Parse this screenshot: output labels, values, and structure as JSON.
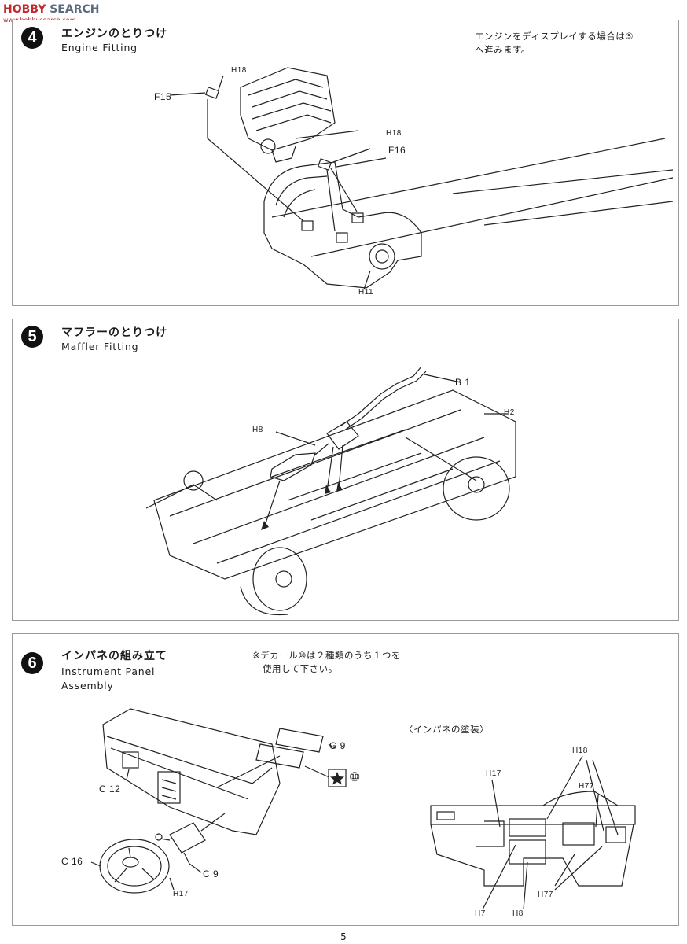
{
  "watermark": {
    "part1": "HOBBY",
    "part2": "SEARCH",
    "sub": "www.hobbysearch.com"
  },
  "steps": [
    {
      "number": "4",
      "title_ja": "エンジンのとりつけ",
      "title_en": "Engine Fitting",
      "note_line1": "エンジンをディスプレイする場合は⑤",
      "note_line2": "へ進みます。",
      "labels": {
        "h18a": "H18",
        "f15": "F15",
        "h18b": "H18",
        "f16": "F16",
        "h11": "H11"
      }
    },
    {
      "number": "5",
      "title_ja": "マフラーのとりつけ",
      "title_en": "Maffler Fitting",
      "labels": {
        "b1": "B 1",
        "h8": "H8",
        "h2": "H2"
      }
    },
    {
      "number": "6",
      "title_ja": "インパネの組み立て",
      "title_en_line1": "Instrument Panel",
      "title_en_line2": "Assembly",
      "note_line1": "※デカール⑩は２種類のうち１つを",
      "note_line2": "使用して下さい。",
      "labels": {
        "g9": "G 9",
        "decal": "⑩",
        "c12": "C 12",
        "c16": "C 16",
        "c9": "C 9",
        "h17a": "H17"
      },
      "paint_title": "〈インパネの塗装〉",
      "paint_labels": {
        "h18": "H18",
        "h17": "H17",
        "h77a": "H77",
        "h7": "H7",
        "h8": "H8",
        "h77b": "H77"
      }
    }
  ],
  "page_number": "5",
  "icons": [
    "star-icon"
  ]
}
